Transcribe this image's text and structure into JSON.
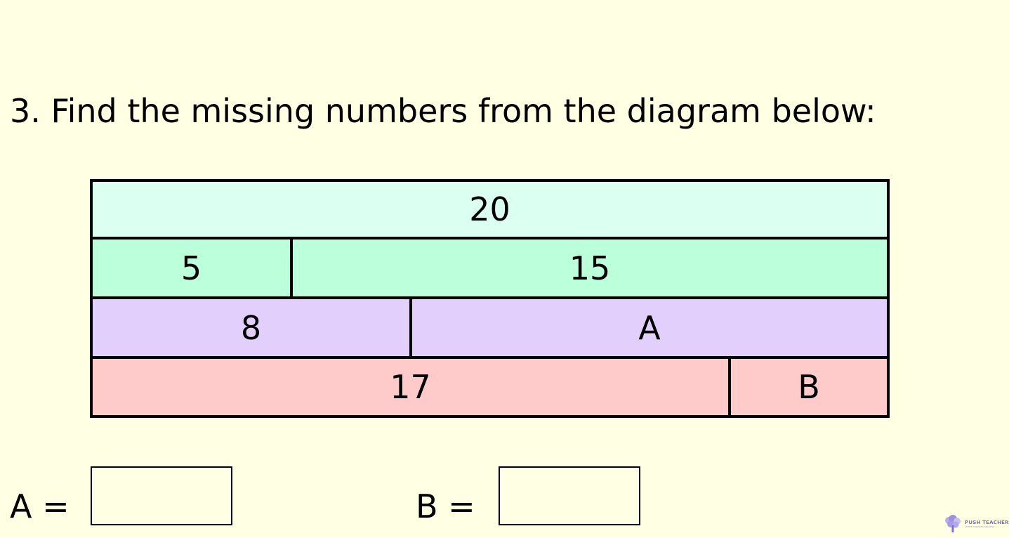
{
  "question": "3. Find the missing numbers from the diagram below:",
  "bar_model": {
    "rows": [
      {
        "cells": [
          {
            "label": "20",
            "value": 20
          }
        ],
        "color": "#dbfff1"
      },
      {
        "cells": [
          {
            "label": "5",
            "value": 5
          },
          {
            "label": "15",
            "value": 15
          }
        ],
        "color": "#bbffdb"
      },
      {
        "cells": [
          {
            "label": "8",
            "value": 8
          },
          {
            "label": "A",
            "value": 12
          }
        ],
        "color": "#e2cffc"
      },
      {
        "cells": [
          {
            "label": "17",
            "value": 17
          },
          {
            "label": "B",
            "value": 3
          }
        ],
        "color": "#ffcbca"
      }
    ]
  },
  "answers": {
    "a_label": "A =",
    "a_value": "",
    "b_label": "B =",
    "b_value": ""
  },
  "logo": {
    "main": "PUSH TEACHER",
    "sub": "STRIVE TOWARDS SUCCESS"
  }
}
